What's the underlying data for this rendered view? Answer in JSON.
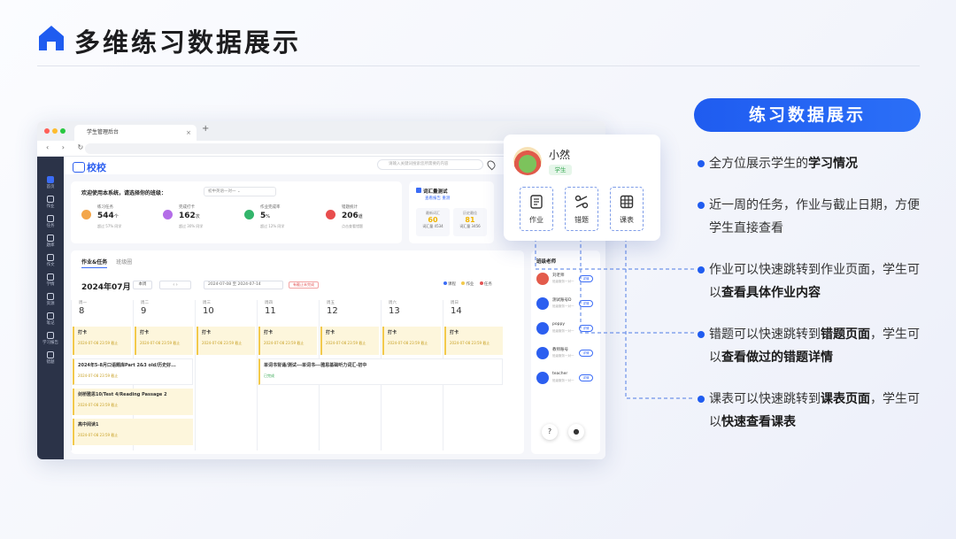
{
  "page": {
    "title": "多维练习数据展示"
  },
  "browser": {
    "tab_title": "学生管理后台",
    "tab_close": "×",
    "tab_plus": "+",
    "nav_icons": "‹ › ↻ ⌂"
  },
  "app": {
    "logo": "校校",
    "search_placeholder": "请输入关键词搜索您所需要的内容",
    "sidebar": [
      "首页",
      "作业",
      "任务",
      "题库",
      "作文",
      "学情",
      "资源",
      "笔记",
      "学习报告",
      "错题"
    ],
    "welcome": "欢迎使用本系统，请选择你的班级：",
    "class_select": "初中英语一对一 ⌄",
    "stats": [
      {
        "label": "练习任务",
        "value": "544",
        "unit": "个",
        "sub": "超过 57% 同学",
        "color": "#f3a64a"
      },
      {
        "label": "完成打卡",
        "value": "162",
        "unit": "次",
        "sub": "超过 30% 同学",
        "color": "#b46de8"
      },
      {
        "label": "作业完成率",
        "value": "5",
        "unit": "%",
        "sub": "超过 12% 同学",
        "color": "#33b56b"
      },
      {
        "label": "错题统计",
        "value": "206",
        "unit": "道",
        "sub": "点击查看错题",
        "color": "#e84d4d"
      }
    ],
    "vocab": {
      "title": "词汇量测试",
      "links": "查看报告  重测",
      "boxes": [
        {
          "a": "最新词汇",
          "b": "60",
          "c": "词汇量 4534"
        },
        {
          "a": "历史最佳",
          "b": "81",
          "c": "词汇量 3456"
        }
      ]
    },
    "tabs": {
      "t1": "作业&任务",
      "t2": "班级圈"
    },
    "calendar": {
      "month": "2024年07月",
      "week_btn": "本周",
      "arrows": "‹  ›",
      "range": "2024-07-08 至 2024-07-14",
      "badge": "有截止未完成",
      "legend": [
        "课程",
        "作业",
        "任务"
      ],
      "legend_colors": [
        "#3b6cf6",
        "#f2c94c",
        "#e25555"
      ],
      "days": [
        {
          "w": "周一",
          "n": "8"
        },
        {
          "w": "周二",
          "n": "9"
        },
        {
          "w": "周三",
          "n": "10"
        },
        {
          "w": "周四",
          "n": "11"
        },
        {
          "w": "周五",
          "n": "12"
        },
        {
          "w": "周六",
          "n": "13"
        },
        {
          "w": "周日",
          "n": "14"
        }
      ],
      "event_label": "打卡",
      "event_date": "2024-07-08 23:59 截止",
      "events": [
        {
          "title": "2024年5-8月口语题库Part 2&3 old/历史好...",
          "date": "2024-07-08 23:59 截止"
        },
        {
          "title": "剑桥雅思10/Test 4/Reading Passage 2",
          "date": "2024-07-08 23:59 截止"
        },
        {
          "title": "高中阅读1",
          "date": "2024-07-08 23:59 截止"
        },
        {
          "title": "单词书背诵/测试---单词书---雅思基础听力词汇-初中",
          "date": "已完成"
        }
      ]
    },
    "teachers": {
      "header": "班级老师",
      "rows": [
        {
          "name": "刘老师",
          "desc": "班级服务一对一",
          "btn": "详情"
        },
        {
          "name": "测试账号D",
          "desc": "班级服务一对一",
          "btn": "详情"
        },
        {
          "name": "poppy",
          "desc": "班级服务一对一",
          "btn": "详情"
        },
        {
          "name": "教师账号",
          "desc": "班级服务一对一",
          "btn": "详情"
        },
        {
          "name": "teacher",
          "desc": "班级服务一对一",
          "btn": "详情"
        }
      ],
      "fab_help": "?",
      "fab_pin": "●"
    }
  },
  "profile": {
    "name": "小然",
    "tag": "学生",
    "buttons": [
      {
        "label": "作业",
        "icon": "document-icon"
      },
      {
        "label": "错题",
        "icon": "scissors-icon"
      },
      {
        "label": "课表",
        "icon": "grid-icon"
      }
    ]
  },
  "panel": {
    "pill": "练习数据展示",
    "accent": "#1f5cf0",
    "b1_pre": "全方位展示学生的",
    "b1_bold": "学习情况",
    "b2": "近一周的任务，作业与截止日期，方便学生直接查看",
    "b3_pre": "作业可以快速跳转到作业页面，学生可以",
    "b3_bold": "查看具体作业内容",
    "b4_pre": "错题可以快速跳转到",
    "b4_bold1": "错题页面",
    "b4_mid": "，学生可以",
    "b4_bold2": "查看做过的错题详情",
    "b5_pre": "课表可以快速跳转到",
    "b5_bold1": "课表页面",
    "b5_mid": "，学生可以",
    "b5_bold2": "快速查看课表"
  }
}
